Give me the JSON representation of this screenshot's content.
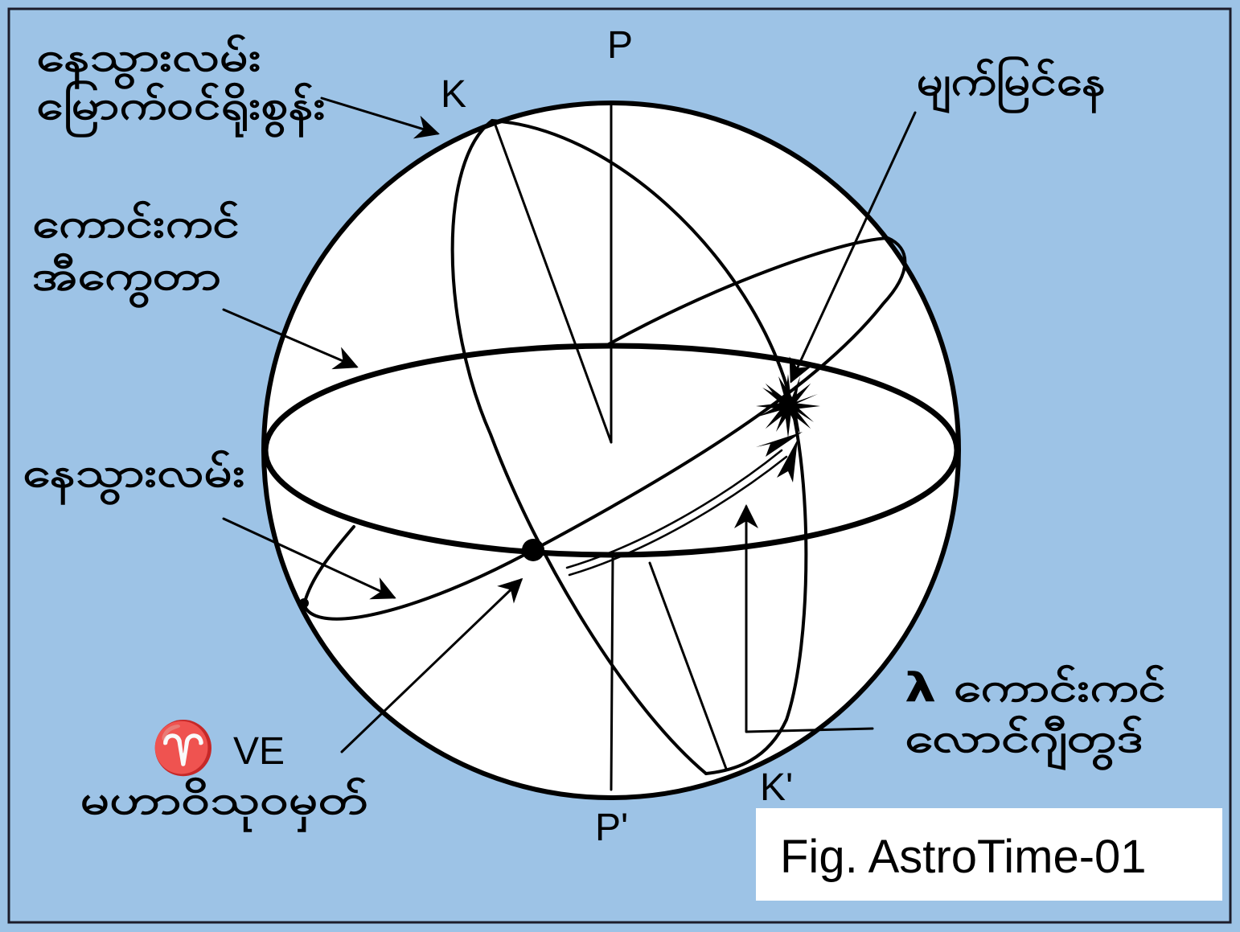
{
  "figure": {
    "caption": "Fig. AstroTime-01"
  },
  "points": {
    "P": "P",
    "K": "K",
    "P_prime": "P'",
    "K_prime": "K'"
  },
  "labels": {
    "ecliptic_north_pole": {
      "line1": "နေသွားလမ်း",
      "line2": "မြောက်ဝင်ရိုးစွန်း"
    },
    "celestial_equator": {
      "line1": "ကောင်းကင်",
      "line2": "အီကွေတာ"
    },
    "ecliptic": {
      "text": "နေသွားလမ်း"
    },
    "vernal_equinox": {
      "symbol": "♈",
      "abbr": "VE",
      "line2": "မဟာဝိသုဝမှတ်"
    },
    "apparent_sun": {
      "text": "မျက်မြင်နေ"
    },
    "celestial_longitude": {
      "line1": "λ ကောင်းကင်",
      "line2": "လောင်ဂျီတွဒ်"
    }
  },
  "colors": {
    "background": "#9dc3e6",
    "frame": "#1c1c2b",
    "sphere_fill": "#ffffff",
    "ink": "#000000",
    "caption_box": "#ffffff"
  }
}
